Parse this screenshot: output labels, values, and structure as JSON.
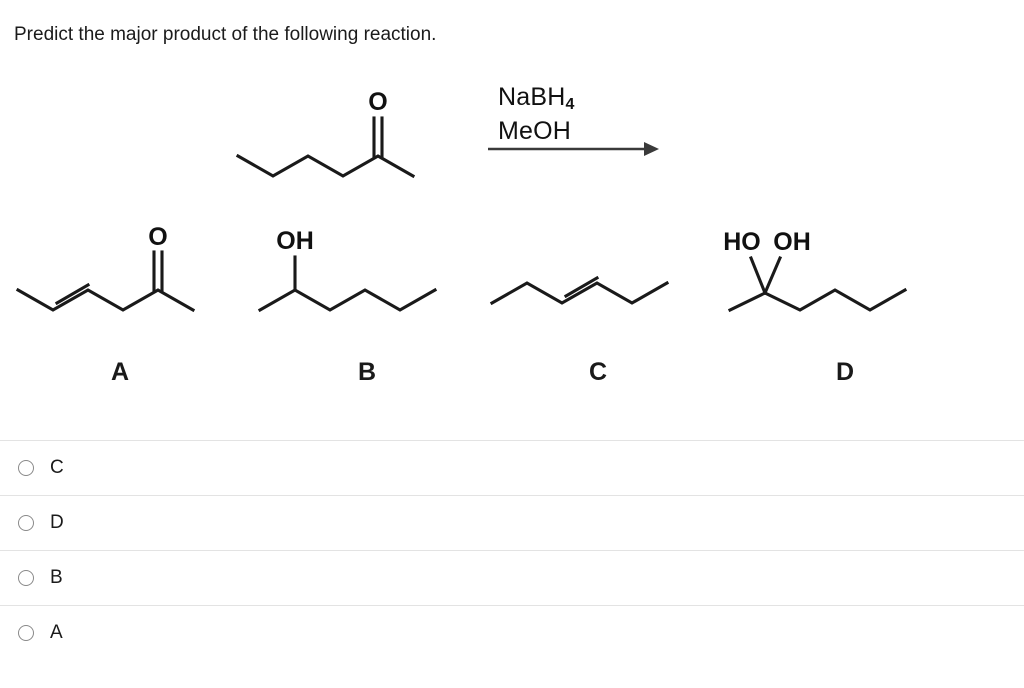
{
  "question": {
    "prompt": "Predict the major product of the following reaction."
  },
  "reaction": {
    "reagent_line1": "NaBH",
    "reagent_line1_subscript": "4",
    "reagent_line2": "MeOH",
    "arrow": "reaction-arrow-right",
    "starting_material": {
      "name": "2-hexanone",
      "description": "straight-chain ketone, C=O at position 2",
      "oxygen_label": "O"
    }
  },
  "structures": [
    {
      "id": "A",
      "label": "A",
      "name": "hex-3-en-2-one",
      "description": "enone: conjugated alkene plus ketone",
      "labels": [
        "O"
      ]
    },
    {
      "id": "B",
      "label": "B",
      "name": "2-hexanol",
      "description": "secondary alcohol",
      "labels": [
        "OH"
      ]
    },
    {
      "id": "C",
      "label": "C",
      "name": "hex-3-ene",
      "description": "alkene, no oxygen",
      "labels": []
    },
    {
      "id": "D",
      "label": "D",
      "name": "hexane-2,2-diol",
      "description": "geminal diol (hydrate)",
      "labels": [
        "HO",
        "OH"
      ]
    }
  ],
  "options": [
    {
      "value": "C",
      "label": "C",
      "selected": false
    },
    {
      "value": "D",
      "label": "D",
      "selected": false
    },
    {
      "value": "B",
      "label": "B",
      "selected": false
    },
    {
      "value": "A",
      "label": "A",
      "selected": false
    }
  ],
  "colors": {
    "background": "#ffffff",
    "text": "#1b1b1b",
    "bond": "#1a1a1a",
    "divider": "#e3e3e3",
    "radio_border": "#8a8a8a"
  }
}
